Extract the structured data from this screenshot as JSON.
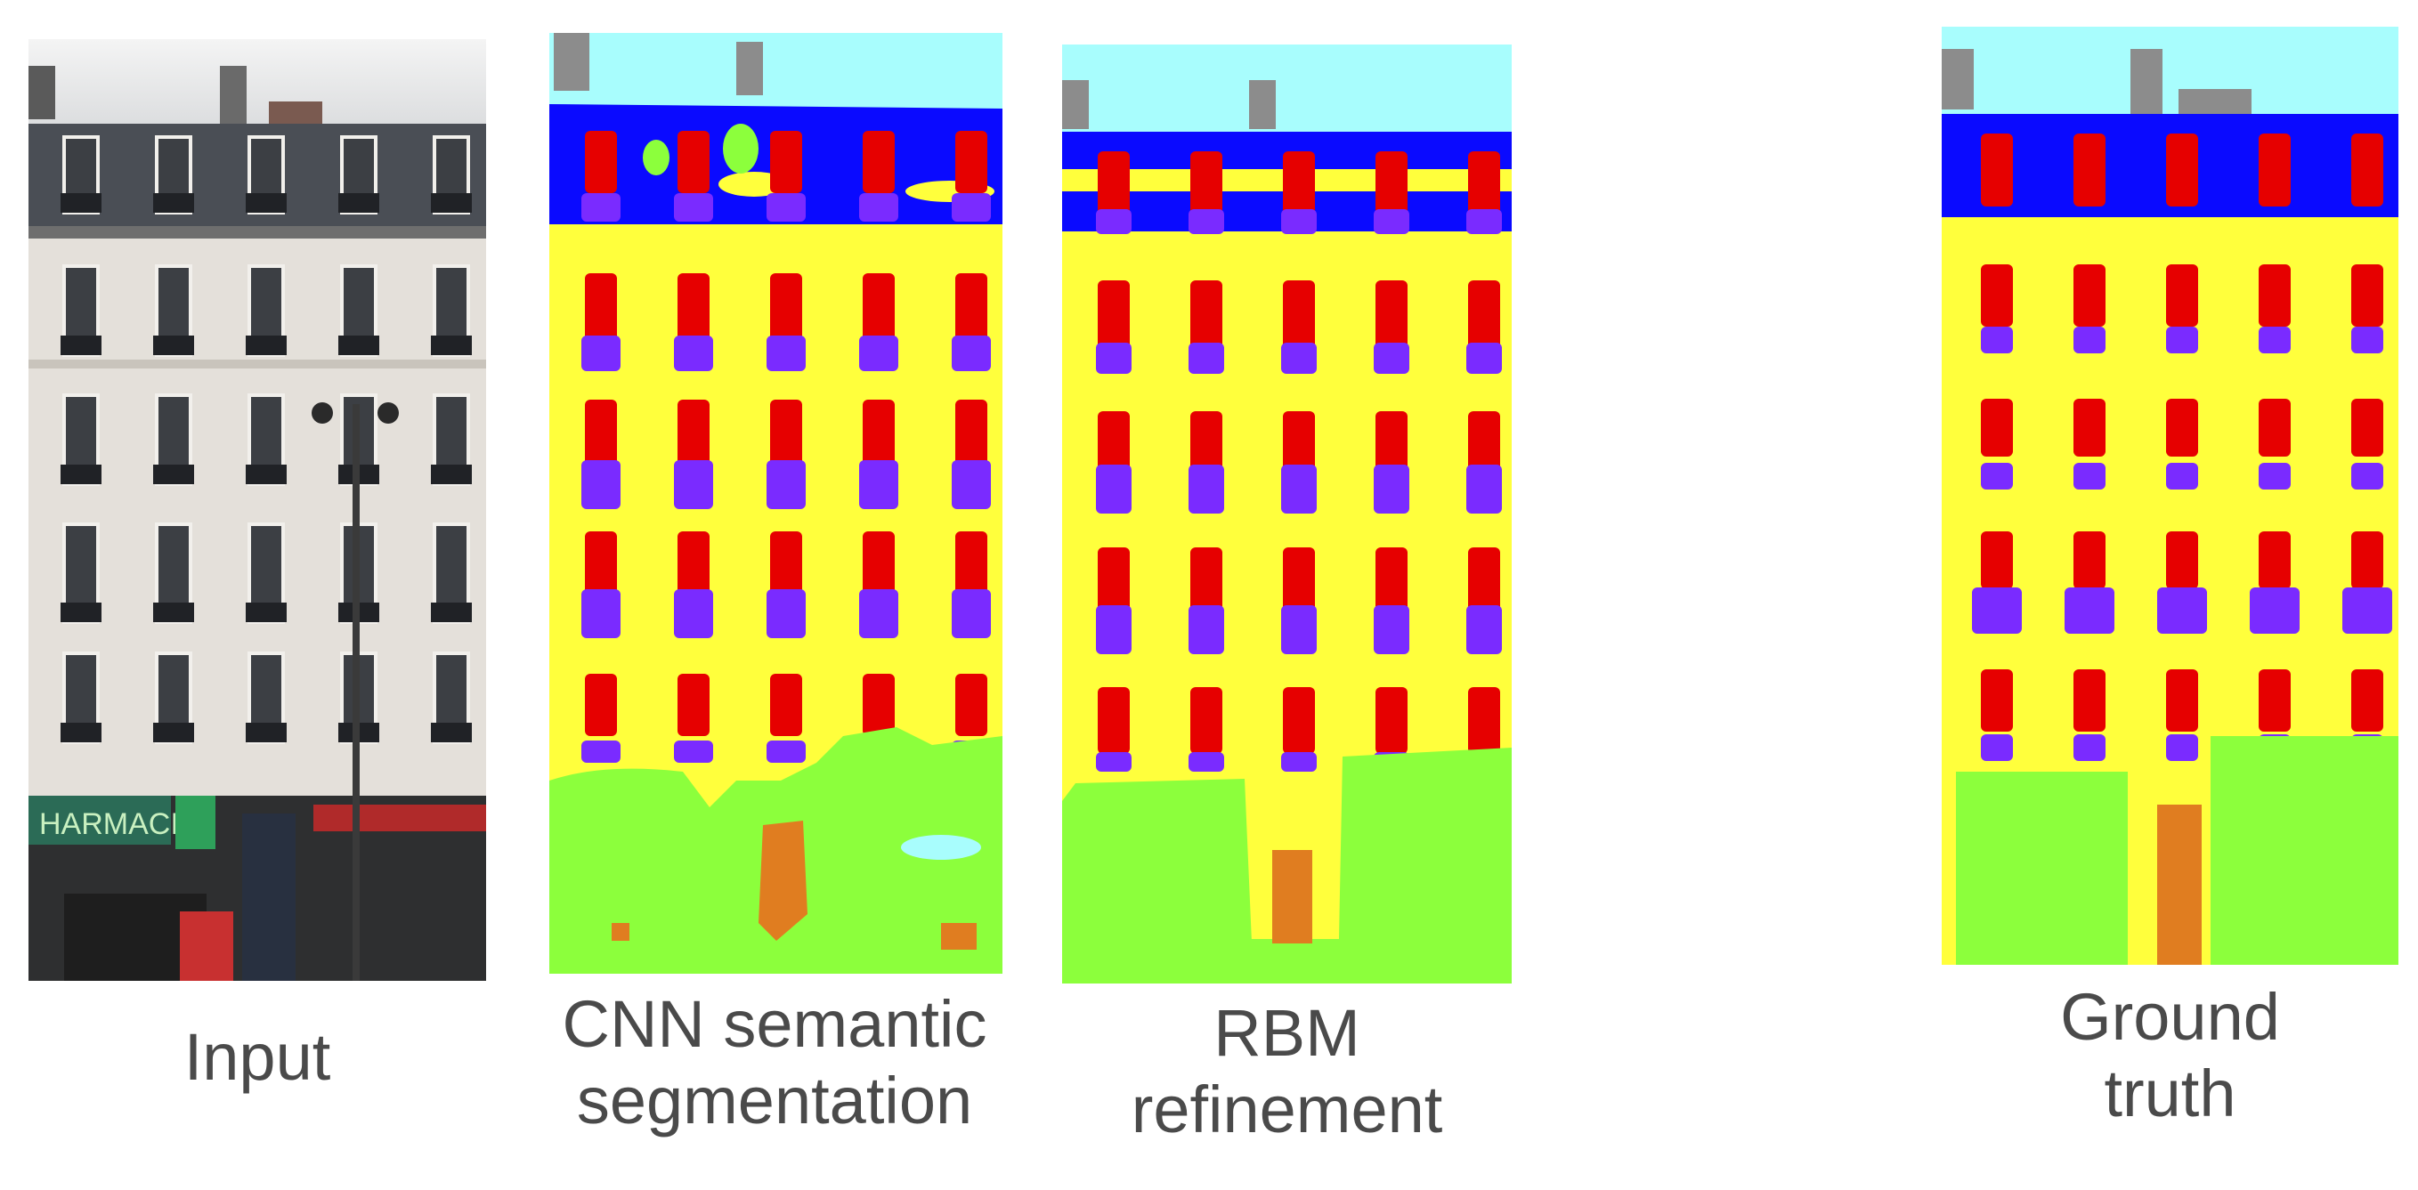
{
  "panels": {
    "input": {
      "caption": [
        "Input"
      ]
    },
    "cnn": {
      "caption": [
        "CNN semantic",
        "segmentation"
      ]
    },
    "rbm": {
      "caption": [
        "RBM",
        "refinement"
      ]
    },
    "gt": {
      "caption": [
        "Ground",
        "truth"
      ]
    }
  },
  "photo_signs": {
    "shop": "HARMACIE"
  },
  "palette": {
    "sky": "#a8fdfd",
    "roof": "#0a0aff",
    "wall": "#ffff3c",
    "window": "#e60000",
    "balcony": "#7a2bff",
    "shop": "#8cff3c",
    "door": "#e07d20",
    "chimney": "#8c8c8c"
  }
}
